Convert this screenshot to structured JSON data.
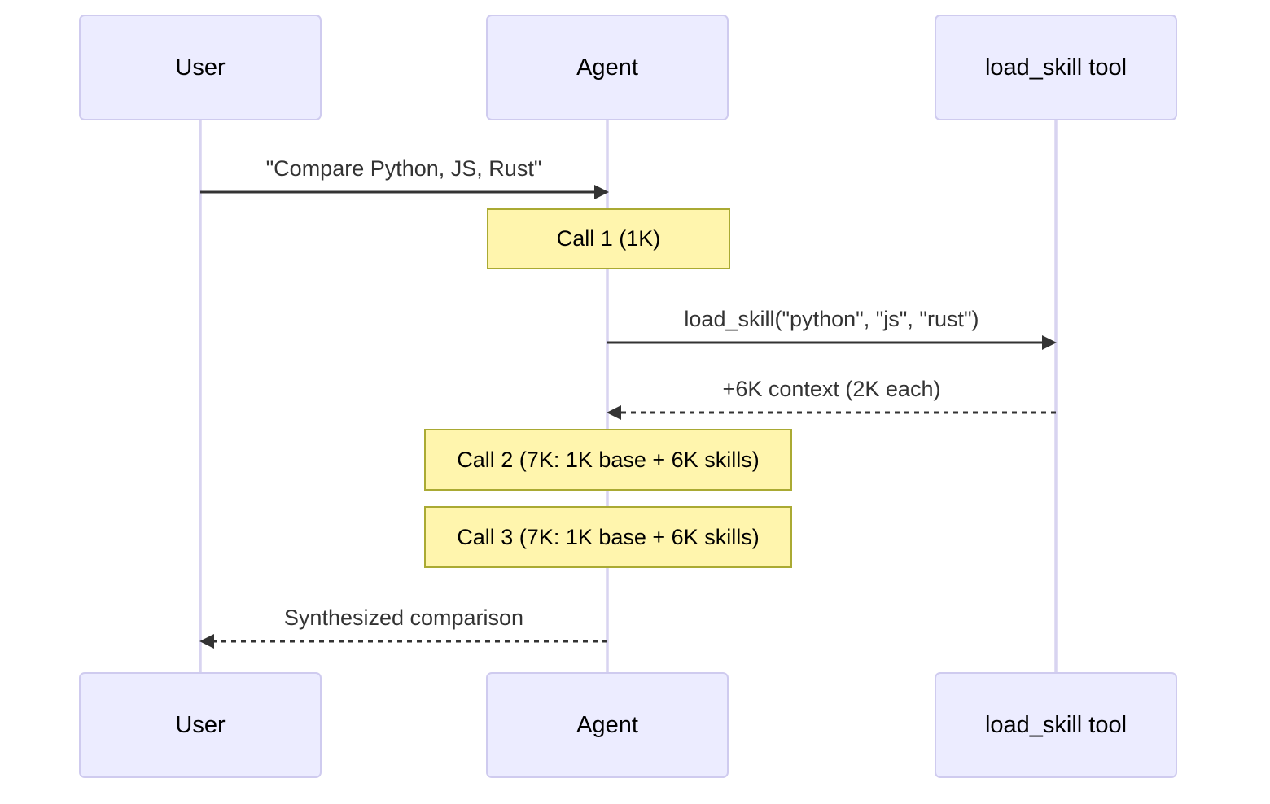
{
  "diagram": {
    "type": "sequence-diagram",
    "actors": [
      {
        "id": "user",
        "label": "User"
      },
      {
        "id": "agent",
        "label": "Agent"
      },
      {
        "id": "load-skill-tool",
        "label": "load_skill tool"
      }
    ],
    "messages": [
      {
        "from": "user",
        "to": "agent",
        "style": "solid",
        "label": "\"Compare Python, JS, Rust\""
      },
      {
        "from": "agent",
        "to": "load-skill-tool",
        "style": "solid",
        "label": "load_skill(\"python\", \"js\", \"rust\")"
      },
      {
        "from": "load-skill-tool",
        "to": "agent",
        "style": "dashed",
        "label": "+6K context (2K each)"
      },
      {
        "from": "agent",
        "to": "user",
        "style": "dashed",
        "label": "Synthesized comparison"
      }
    ],
    "notes": [
      {
        "over": "agent",
        "label": "Call 1 (1K)"
      },
      {
        "over": "agent",
        "label": "Call 2 (7K: 1K base + 6K skills)"
      },
      {
        "over": "agent",
        "label": "Call 3 (7K: 1K base + 6K skills)"
      }
    ],
    "colors": {
      "background": "#FFFFFF",
      "actor_fill": "#ECECFF",
      "actor_border": "#CFCBEF",
      "actor_text": "#000000",
      "lifeline": "#D8D4F0",
      "note_fill": "#FFF5AD",
      "note_border": "#AAAA33",
      "arrow": "#333333",
      "message_text": "#333333"
    }
  }
}
